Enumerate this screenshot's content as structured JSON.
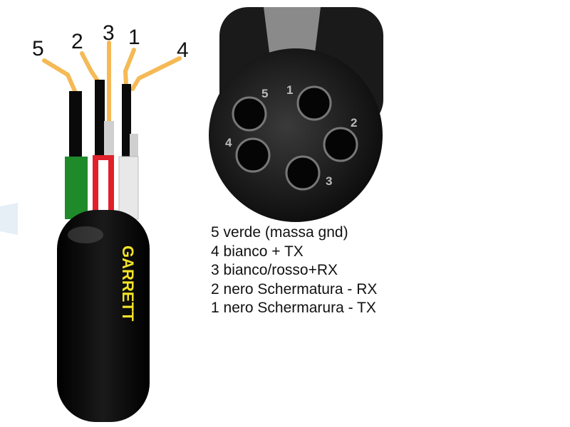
{
  "cable": {
    "brand": "GARRETT",
    "wire_labels": [
      "5",
      "2",
      "3",
      "1",
      "4"
    ]
  },
  "connector": {
    "pin_labels": [
      "1",
      "2",
      "3",
      "4",
      "5"
    ]
  },
  "legend": [
    "5 verde (massa gnd)",
    "4 bianco + TX",
    "3 bianco/rosso+RX",
    "2 nero Schermatura - RX",
    "1 nero Schermarura - TX"
  ],
  "colors": {
    "wire_lead": "#f5b955",
    "brand_text": "#f2e227",
    "green": "#1e8a2a",
    "red": "#e0202a"
  }
}
